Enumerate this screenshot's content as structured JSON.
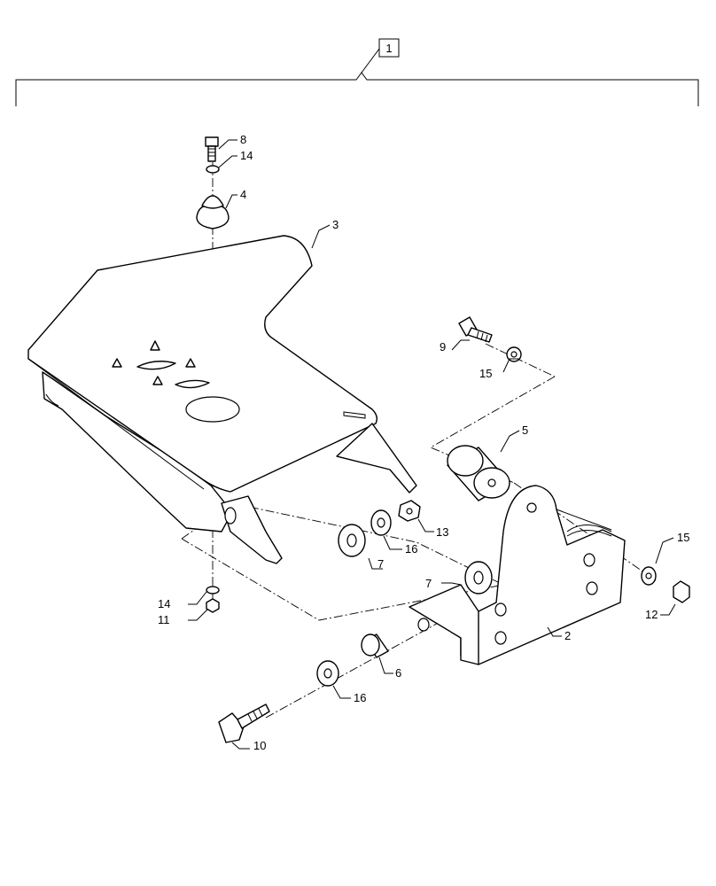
{
  "assembly": {
    "callout": "1"
  },
  "callouts": {
    "c2": "2",
    "c3": "3",
    "c4": "4",
    "c5": "5",
    "c6": "6",
    "c7a": "7",
    "c7b": "7",
    "c8": "8",
    "c9": "9",
    "c10": "10",
    "c11": "11",
    "c12": "12",
    "c13": "13",
    "c14a": "14",
    "c14b": "14",
    "c15a": "15",
    "c15b": "15",
    "c16a": "16",
    "c16b": "16"
  }
}
